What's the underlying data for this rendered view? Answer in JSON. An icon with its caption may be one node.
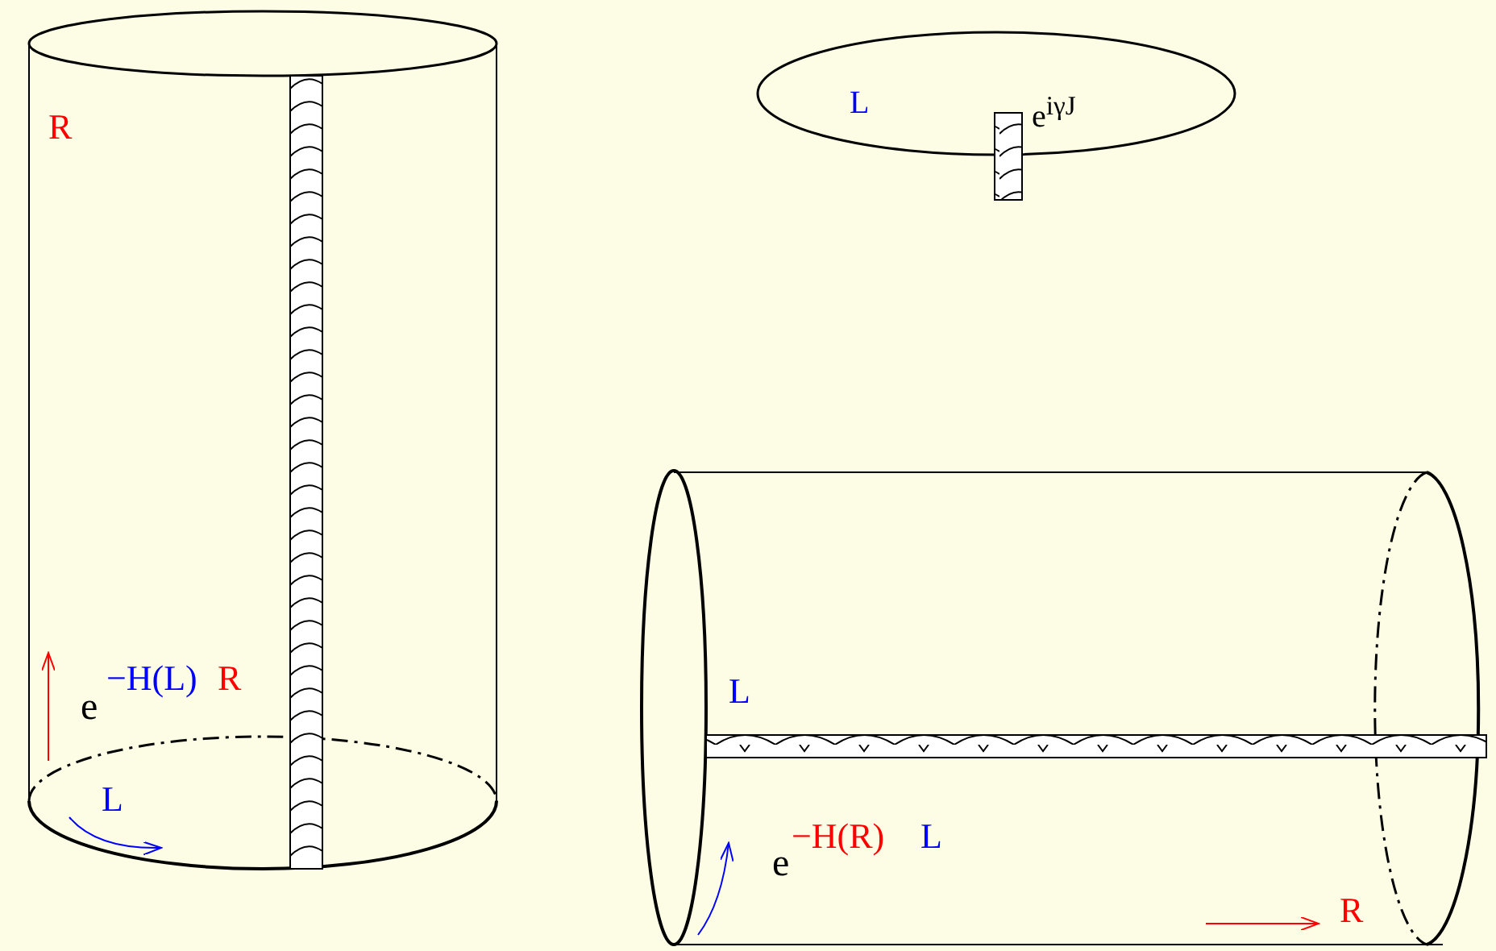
{
  "diagram": {
    "labels": [
      "R",
      "L",
      "e$^{iγJ}$",
      "L",
      "e",
      "−H(L)",
      "R",
      "L",
      "e",
      "−H(R)",
      "L",
      "R"
    ]
  }
}
